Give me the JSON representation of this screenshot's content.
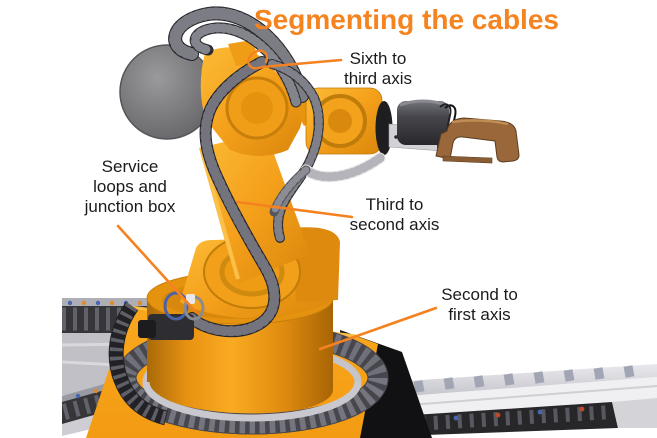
{
  "title": {
    "text": "Segmenting the cables"
  },
  "annotations": {
    "sixth_to_third": {
      "line1": "Sixth to",
      "line2": "third axis"
    },
    "service_loops": {
      "line1": "Service",
      "line2": "loops and",
      "line3": "junction box"
    },
    "third_to_second": {
      "line1": "Third to",
      "line2": "second axis"
    },
    "second_to_first": {
      "line1": "Second to",
      "line2": "first axis"
    }
  },
  "colors": {
    "title_orange": "#F5831F",
    "leader_orange": "#F58220",
    "robot_orange": "#F6A01E",
    "label_text": "#1B1B1B",
    "background": "#FFFFFF"
  },
  "illustration": {
    "subject": "industrial robot on linear track with segmented cable dress pack"
  }
}
